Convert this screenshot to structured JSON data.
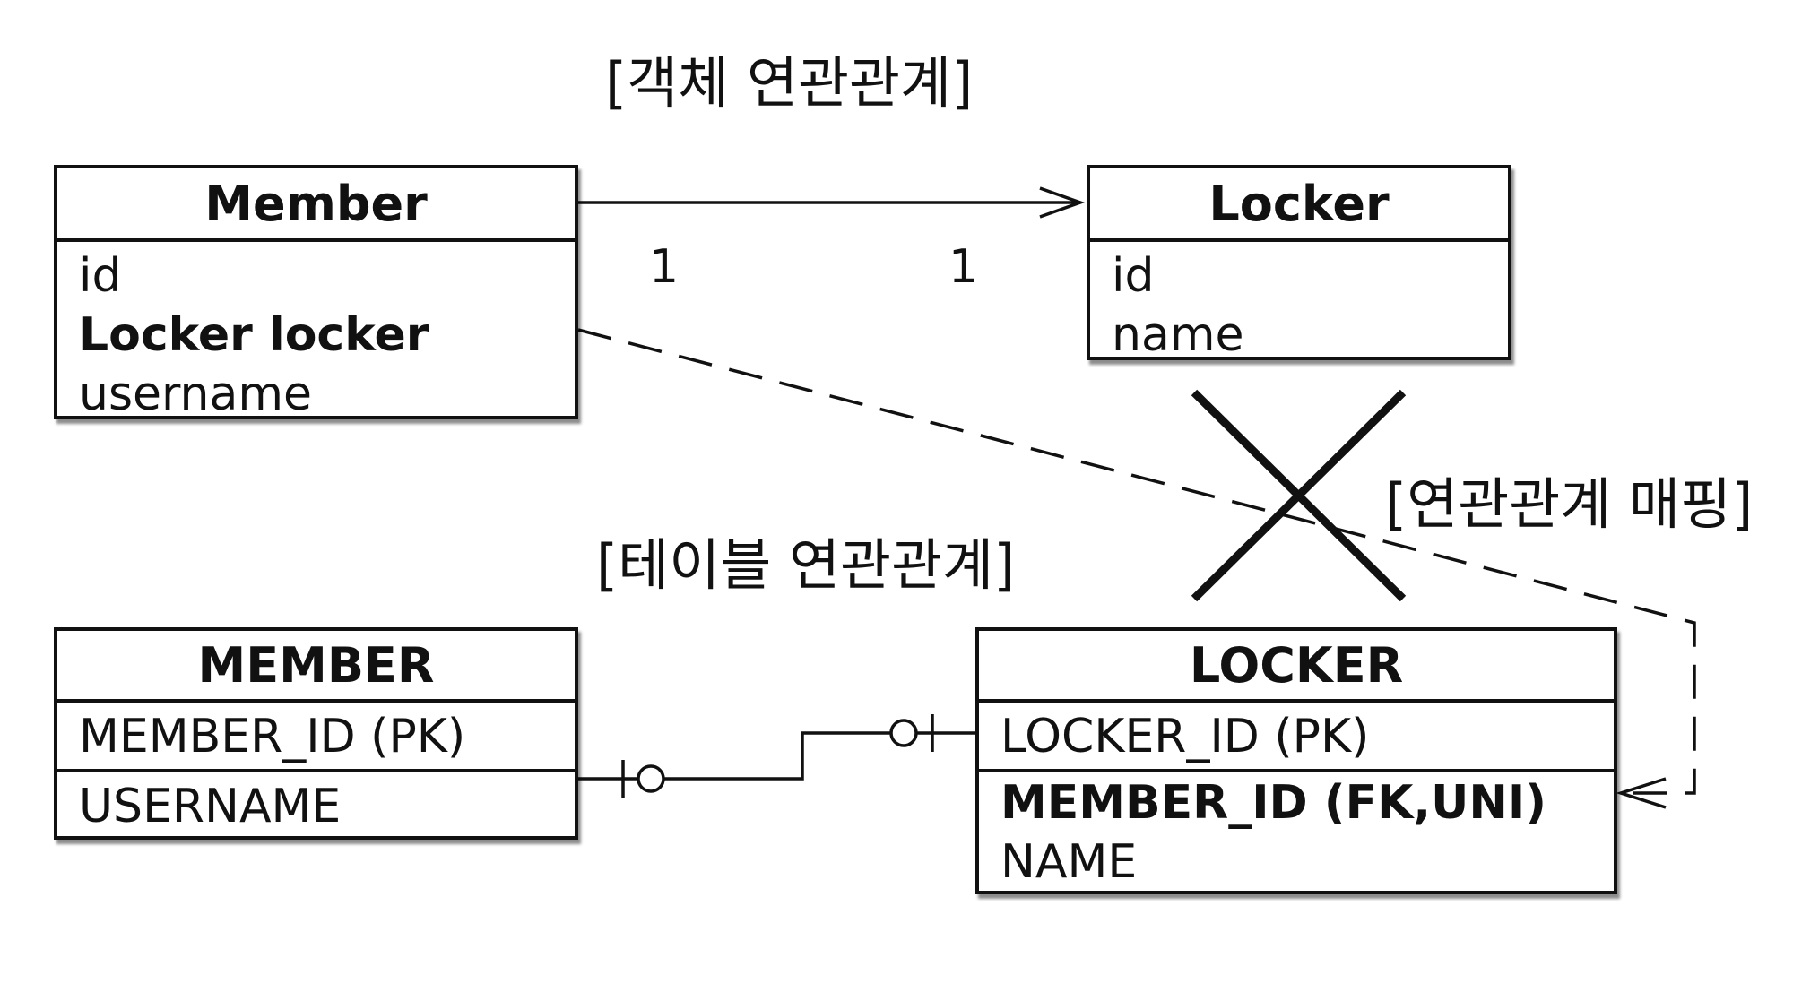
{
  "captions": {
    "object": "[객체 연관관계]",
    "table": "[테이블 연관관계]",
    "mapping": "[연관관계 매핑]"
  },
  "object_member": {
    "title": "Member",
    "fields": [
      "id",
      "Locker locker",
      "username"
    ]
  },
  "object_locker": {
    "title": "Locker",
    "fields": [
      "id",
      "name"
    ]
  },
  "multiplicity": {
    "left": "1",
    "right": "1"
  },
  "table_member": {
    "title": "MEMBER",
    "pk": "MEMBER_ID (PK)",
    "columns": [
      "USERNAME"
    ]
  },
  "table_locker": {
    "title": "LOCKER",
    "pk": "LOCKER_ID (PK)",
    "columns": [
      "MEMBER_ID (FK,UNI)",
      "NAME"
    ]
  }
}
